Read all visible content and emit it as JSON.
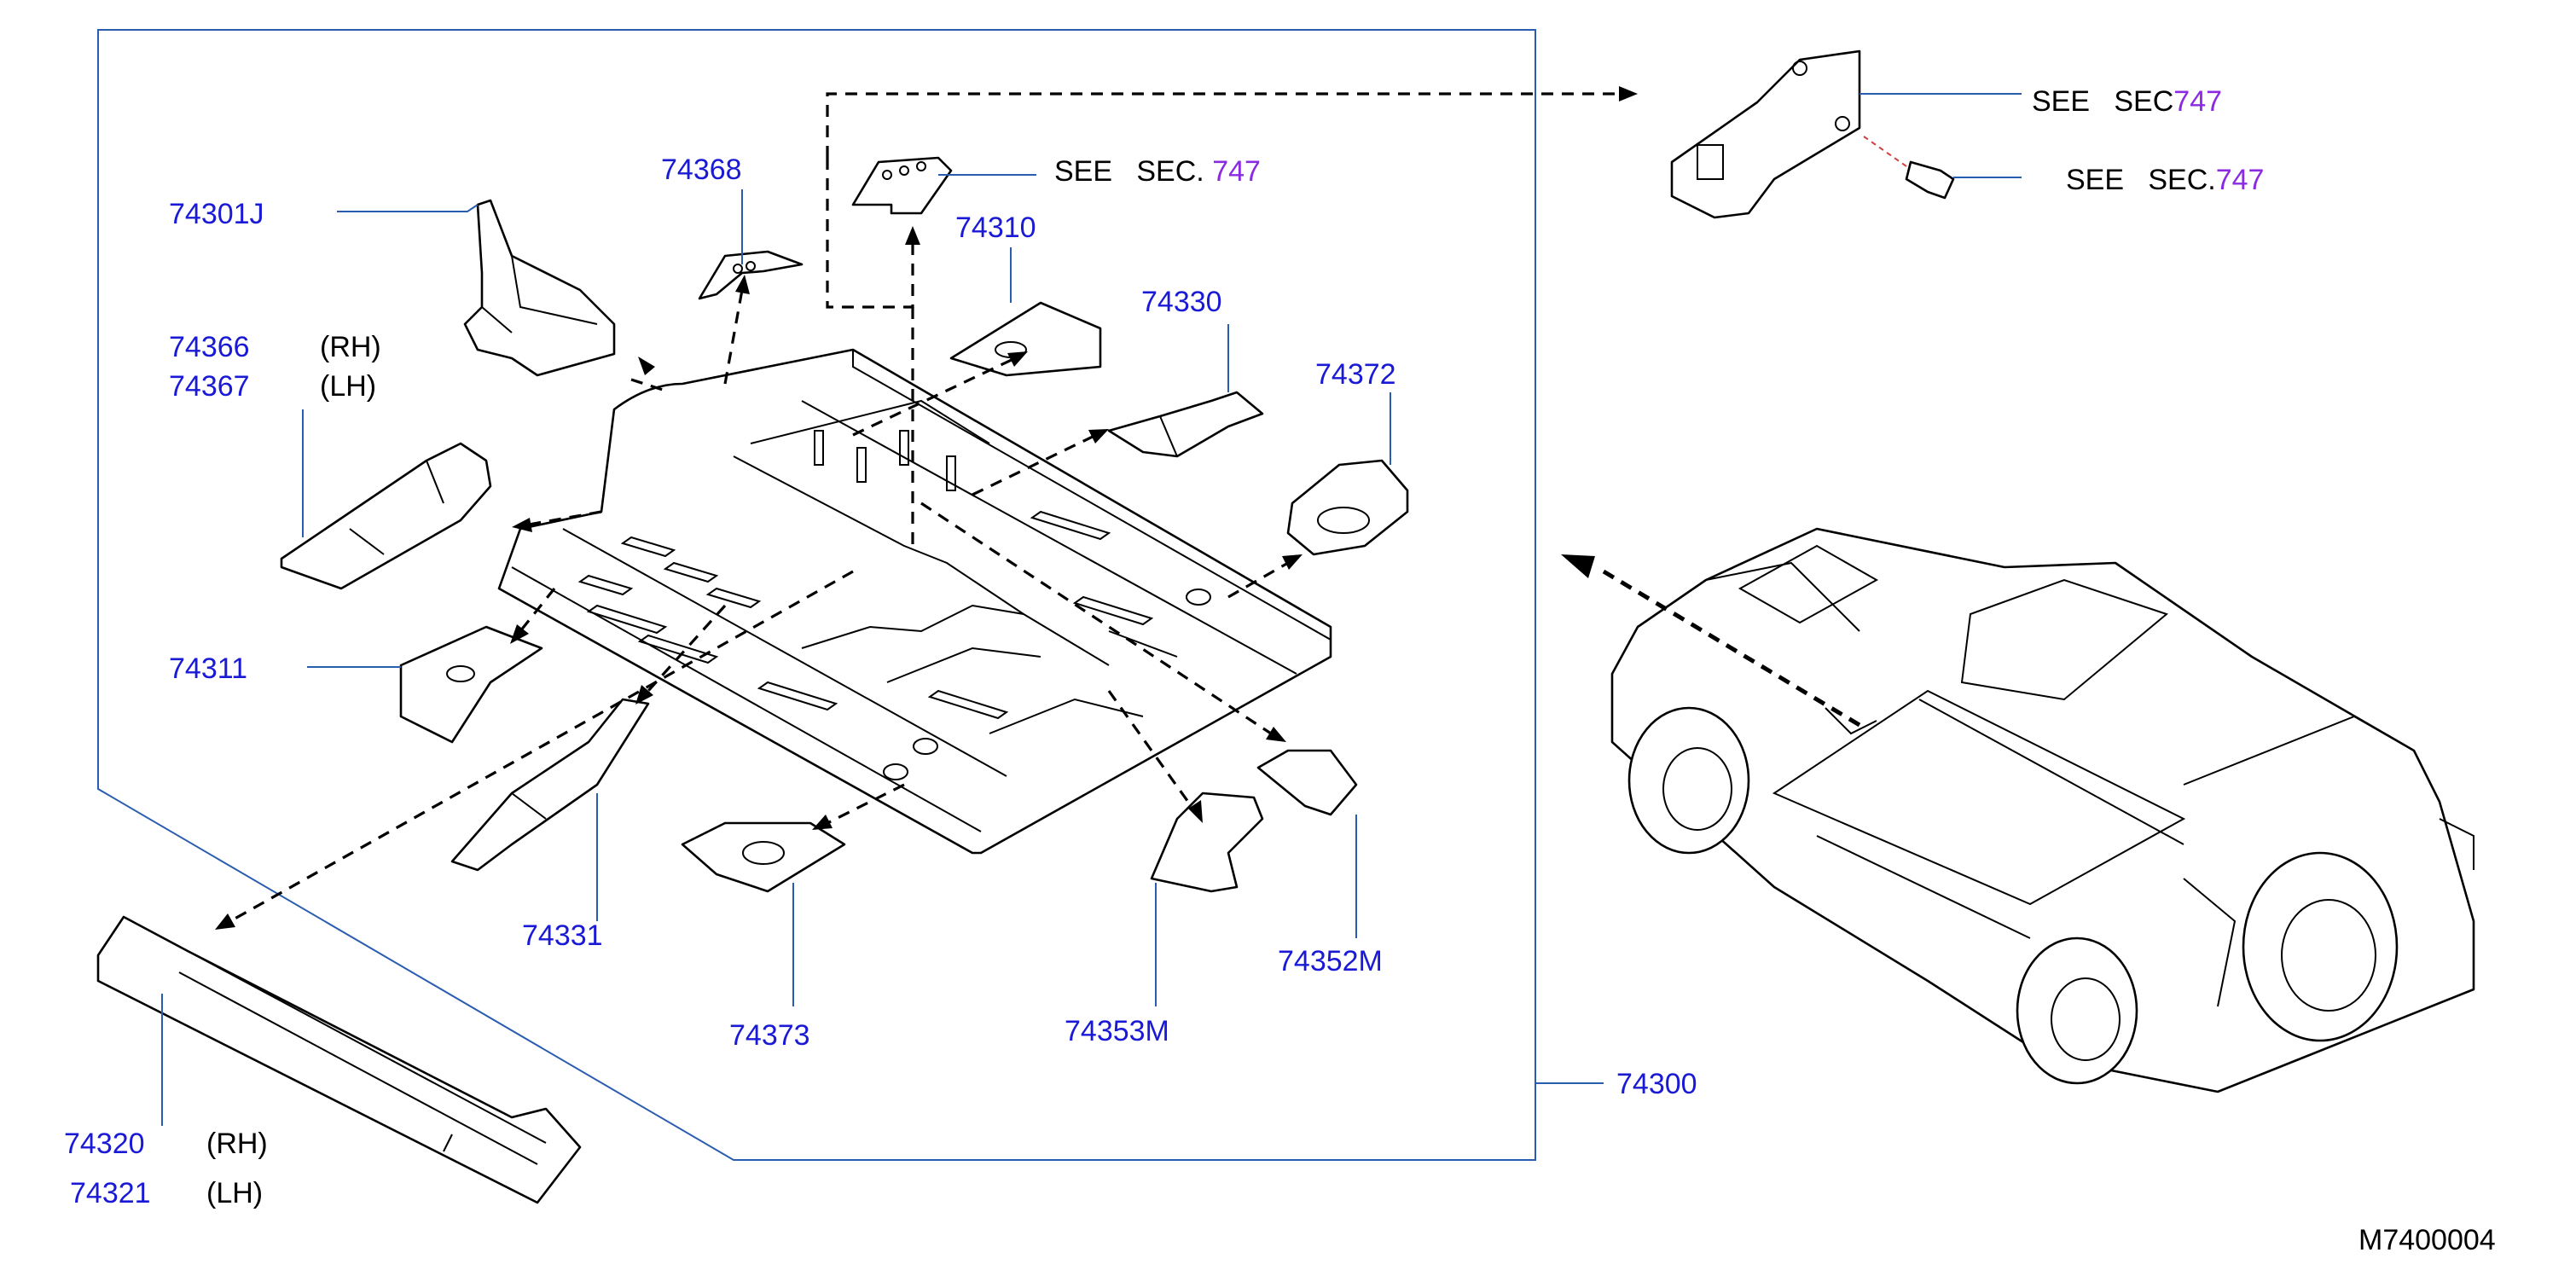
{
  "diagram_code": "M7400004",
  "colors": {
    "part_number": "#1a1ad6",
    "section_number": "#8a2be2",
    "leader_line": "#2a5db0",
    "linework": "#000000"
  },
  "labels": {
    "p74301J": "74301J",
    "p74368": "74368",
    "p74310": "74310",
    "p74330": "74330",
    "p74366": "74366",
    "p74366_side": "(RH)",
    "p74367": "74367",
    "p74367_side": "(LH)",
    "p74372": "74372",
    "p74311": "74311",
    "p74331": "74331",
    "p74373": "74373",
    "p74353M": "74353M",
    "p74352M": "74352M",
    "p74300": "74300",
    "p74320": "74320",
    "p74320_side": "(RH)",
    "p74321": "74321",
    "p74321_side": "(LH)"
  },
  "refs": {
    "see_sec_a_text": "SEE   SEC.",
    "see_sec_a_num": "747",
    "see_sec_b_text": "SEE   SEC",
    "see_sec_b_num": "747",
    "see_sec_c_text": "SEE   SEC.",
    "see_sec_c_num": "747"
  }
}
